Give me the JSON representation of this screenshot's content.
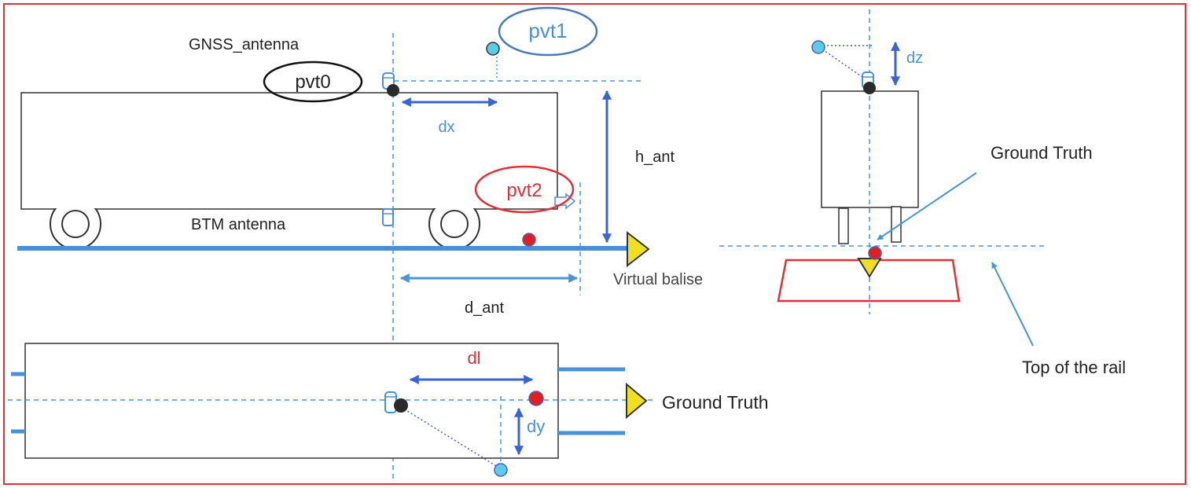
{
  "labels": {
    "gnss_antenna": "GNSS_antenna",
    "pvt0": "pvt0",
    "pvt1": "pvt1",
    "pvt2": "pvt2",
    "dx": "dx",
    "h_ant": "h_ant",
    "btm_antenna": "BTM antenna",
    "virtual_balise": "Virtual balise",
    "d_ant": "d_ant",
    "dl": "dl",
    "dy": "dy",
    "ground_truth_top": "Ground Truth",
    "dz": "dz",
    "ground_truth_front": "Ground Truth",
    "top_of_rail": "Top of the rail"
  },
  "colors": {
    "frame": "#e0303a",
    "guide": "#4a95d8",
    "rail": "#4a90d9",
    "arrow_blue": "#3b63d8",
    "label_blue": "#4a90d9",
    "label_red": "#e0303a",
    "text_dark": "#222222",
    "balise_fill": "#f0e020",
    "point_red": "#e02020",
    "point_cyan": "#5ccbe8",
    "point_dark": "#2a2a2a"
  }
}
